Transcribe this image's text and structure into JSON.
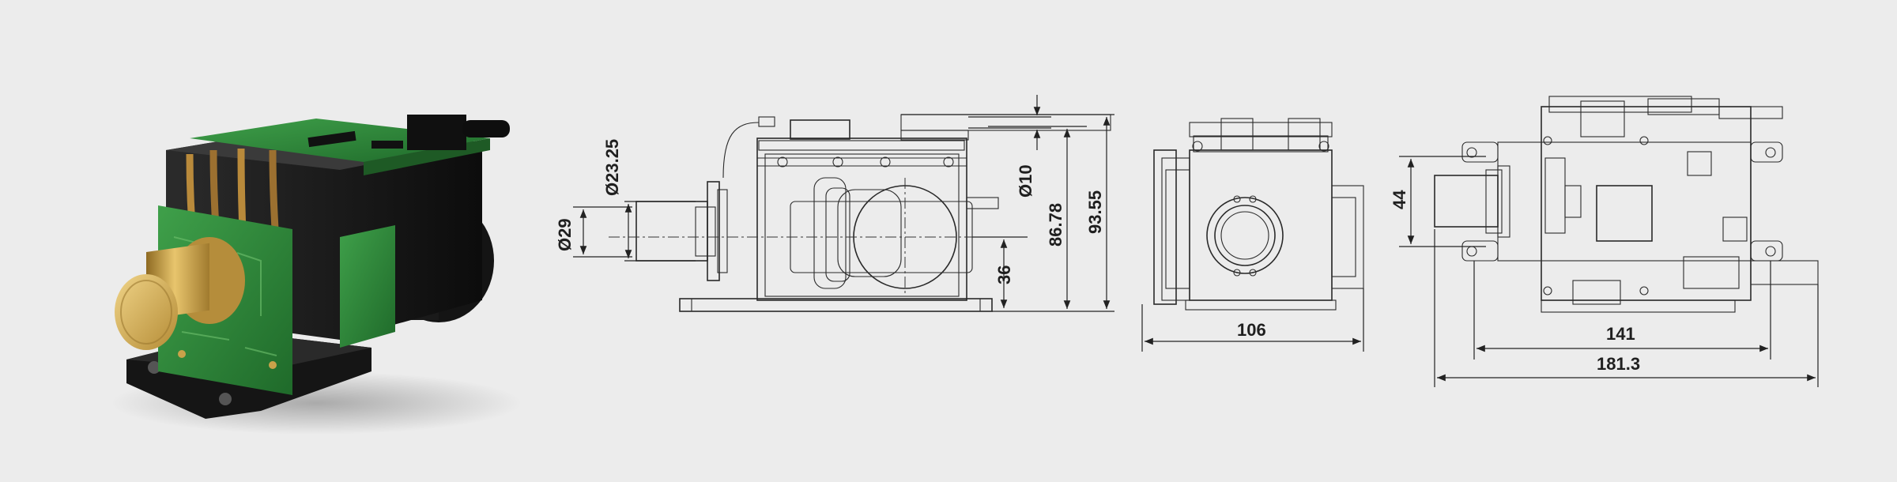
{
  "colors": {
    "background": "#ececec",
    "line": "#2a2a2a",
    "pcb_green": "#2f8a3a",
    "brass": "#c9a24a",
    "housing": "#1c1c1c"
  },
  "dimensions": {
    "side": {
      "d_top": "Ø23.25",
      "d_bottom": "Ø29",
      "d_small": "Ø10",
      "h_low": "36",
      "h_mid": "86.78",
      "h_total": "93.55"
    },
    "front": {
      "width": "106"
    },
    "rear": {
      "height": "44",
      "width_inner": "141",
      "width_total": "181.3"
    }
  }
}
